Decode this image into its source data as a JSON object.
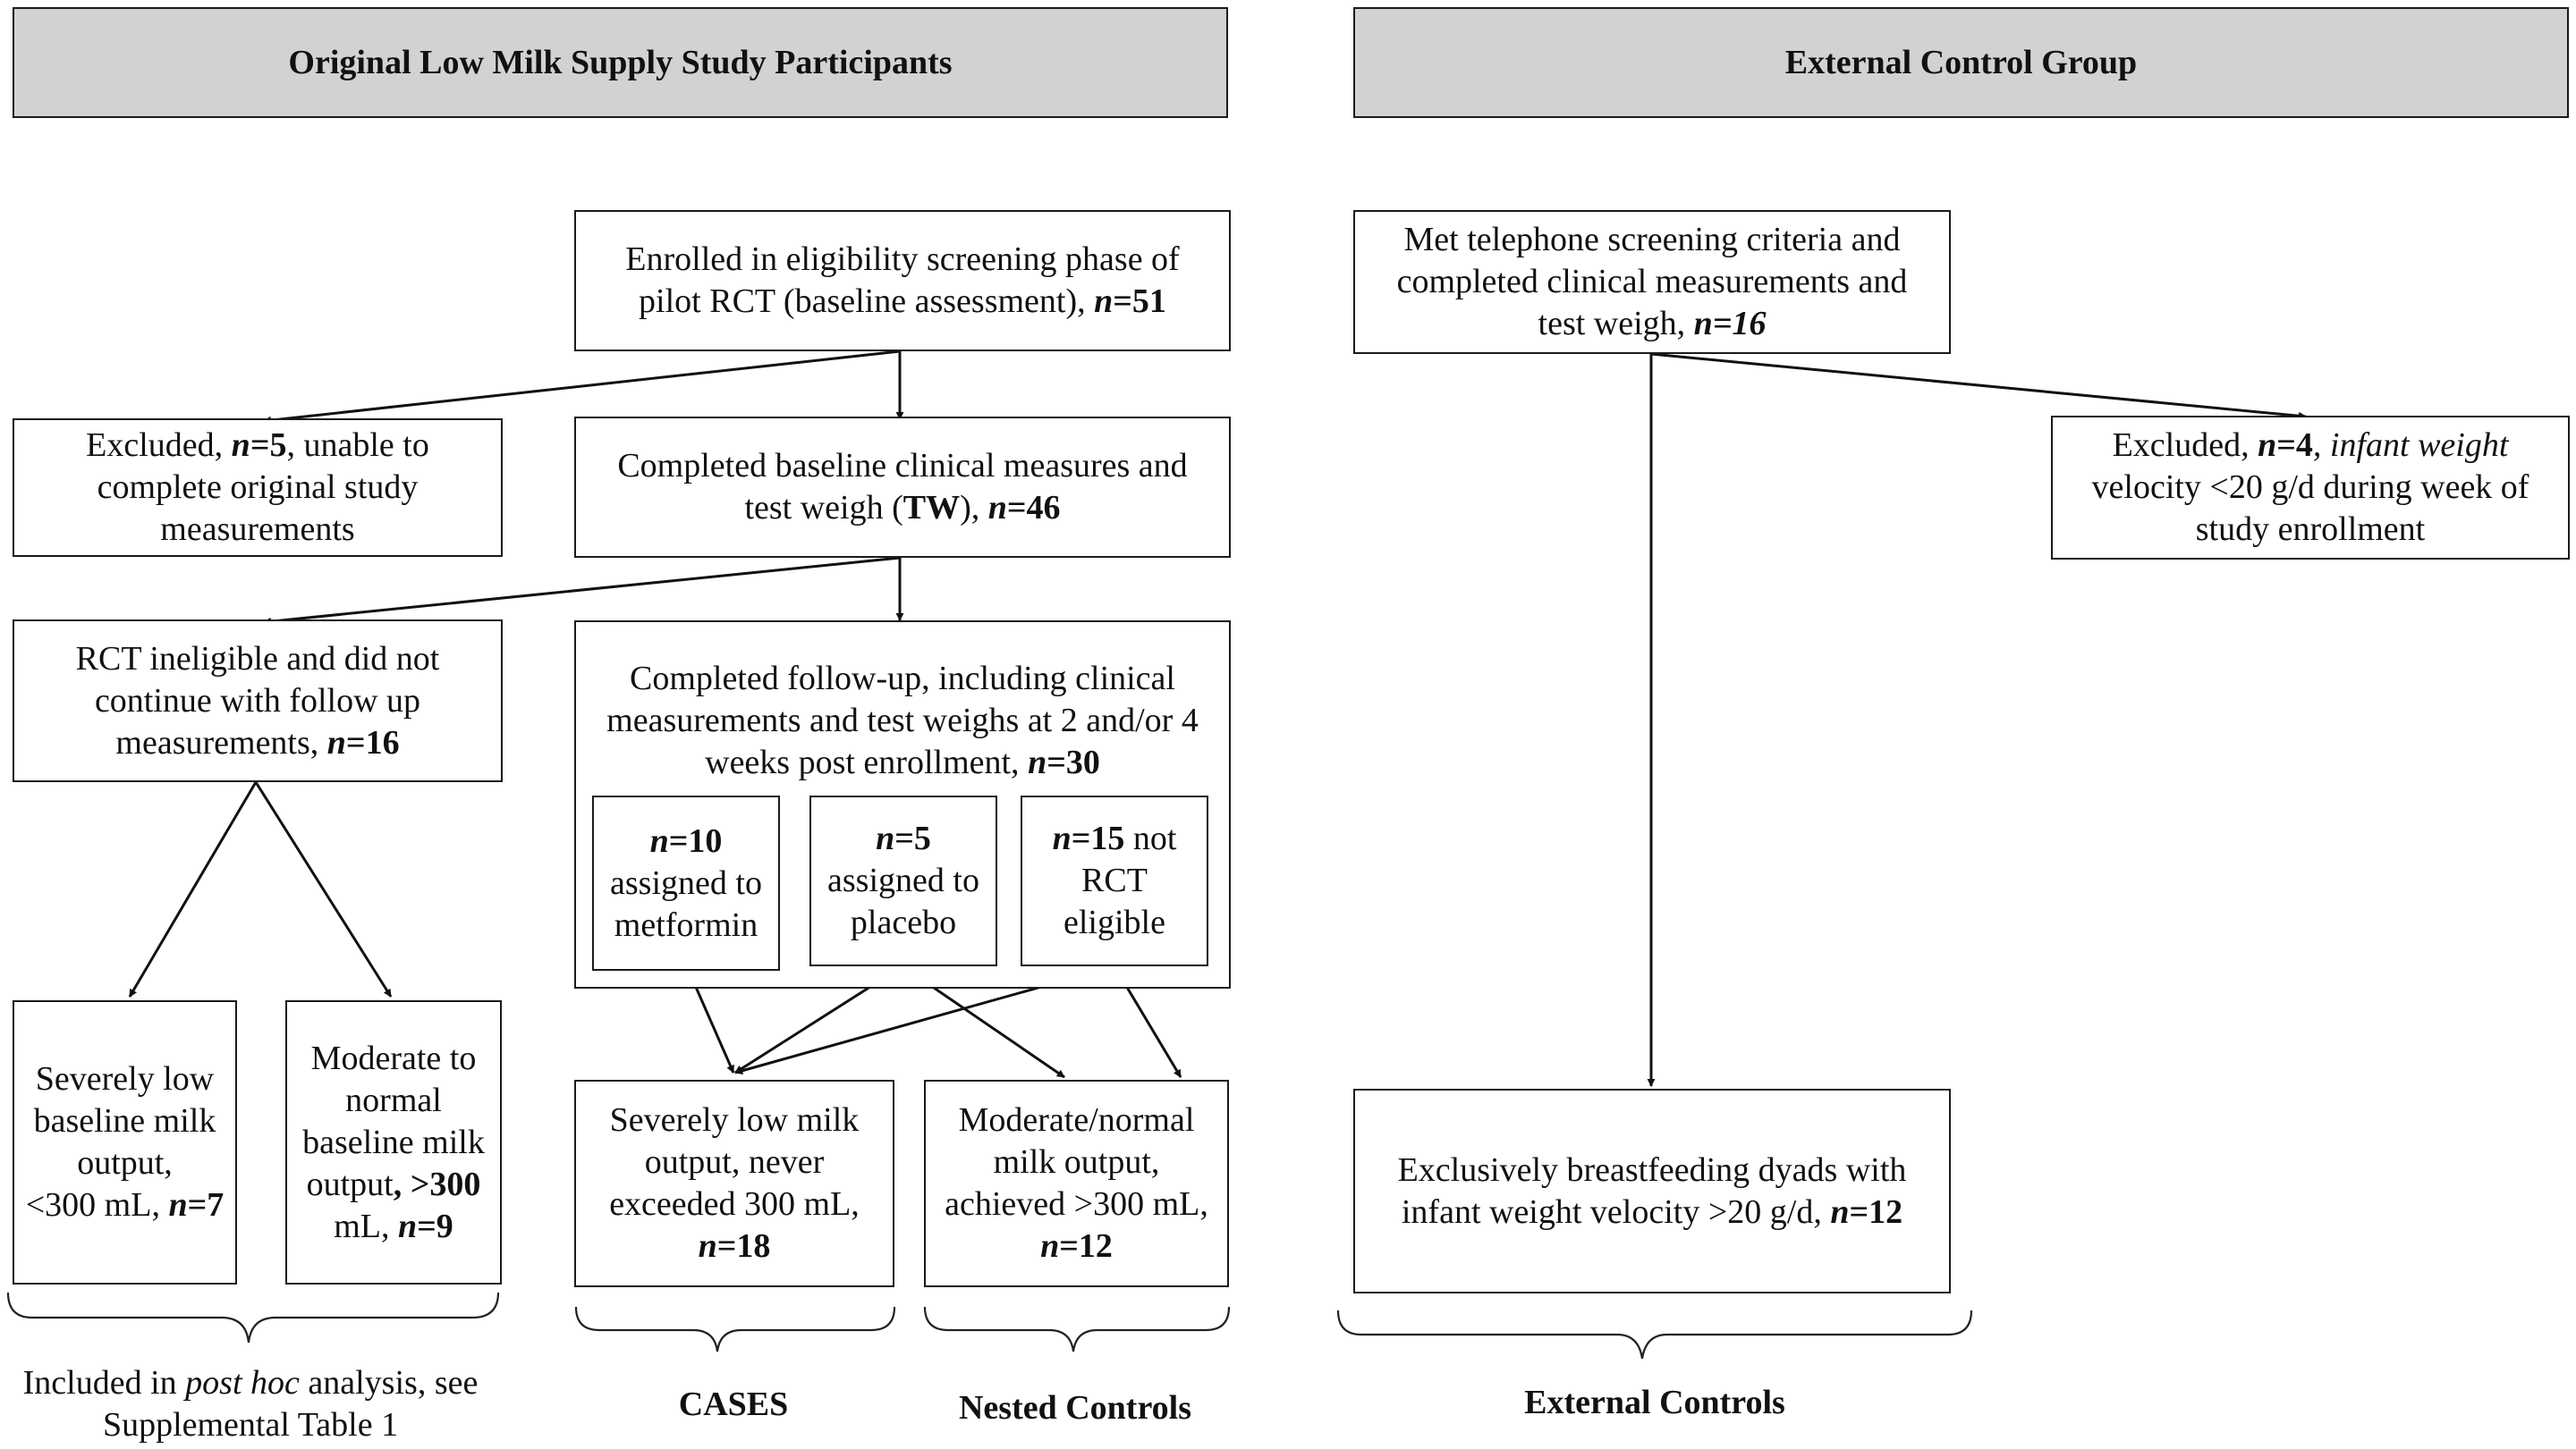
{
  "headers": {
    "left": "Original Low Milk Supply Study Participants",
    "right": "External Control Group"
  },
  "boxes": {
    "enrolled": {
      "t1": "Enrolled in eligibility screening phase of",
      "t2": "pilot RCT (baseline assessment), ",
      "n": "n",
      "v": "=51"
    },
    "excluded_left": {
      "pre": "Excluded, ",
      "n": "n",
      "v": "=5",
      "post": ", unable to",
      "t2": "complete original study",
      "t3": "measurements"
    },
    "completed_baseline": {
      "t1": "Completed baseline clinical measures and",
      "t2a": "test weigh (",
      "tw": "TW",
      "t2b": "), ",
      "n": "n",
      "v": "=46"
    },
    "rct_ineligible": {
      "t1": "RCT ineligible and did not",
      "t2": "continue with follow up",
      "t3": "measurements, ",
      "n": "n",
      "v": "=16"
    },
    "followup": {
      "t1": "Completed follow-up, including clinical",
      "t2": "measurements and test weighs at 2 and/or 4",
      "t3": "weeks post enrollment, ",
      "n": "n",
      "v": "=30"
    },
    "metformin": {
      "n": "n",
      "v": "=10",
      "t2": "assigned to",
      "t3": "metformin"
    },
    "placebo": {
      "n": "n",
      "v": "=5",
      "t2": "assigned to",
      "t3": "placebo"
    },
    "not_eligible": {
      "n": "n",
      "v": "=15",
      "t1b": " not",
      "t2": "RCT",
      "t3": "eligible"
    },
    "severely_low_baseline": {
      "t1": "Severely low",
      "t2": "baseline milk",
      "t3": "output,",
      "t4": "<300 mL, ",
      "n": "n",
      "v": "=7"
    },
    "moderate_baseline": {
      "t1": "Moderate to",
      "t2": "normal",
      "t3": "baseline milk",
      "t4a": "output",
      "t4b": ", >300",
      "t5": "mL, ",
      "n": "n",
      "v": "=9"
    },
    "cases_box": {
      "t1": "Severely low milk",
      "t2": "output, never",
      "t3": "exceeded 300 mL,",
      "n": "n",
      "v": "=18"
    },
    "nested_box": {
      "t1": "Moderate/normal",
      "t2": "milk output,",
      "t3": "achieved >300 mL,",
      "n": "n",
      "v": "=12"
    },
    "telephone": {
      "t1": "Met telephone screening criteria and",
      "t2": "completed clinical measurements and",
      "t3": "test weigh, ",
      "n": "n",
      "v": "=16"
    },
    "excluded_right": {
      "pre": "Excluded, ",
      "n": "n",
      "v": "=4",
      "post": ", infant weight",
      "t2": "velocity <20 g/d during week of",
      "t3": "study enrollment"
    },
    "external_box": {
      "t1": "Exclusively breastfeeding dyads with",
      "t2": "infant weight velocity >20 g/d, ",
      "n": "n",
      "v": "=12"
    }
  },
  "labels": {
    "posthoc_a": "Included in ",
    "posthoc_b": "post hoc",
    "posthoc_c": " analysis, see",
    "posthoc_d": "Supplemental Table 1",
    "cases": "CASES",
    "nested": "Nested Controls",
    "external": "External Controls"
  }
}
